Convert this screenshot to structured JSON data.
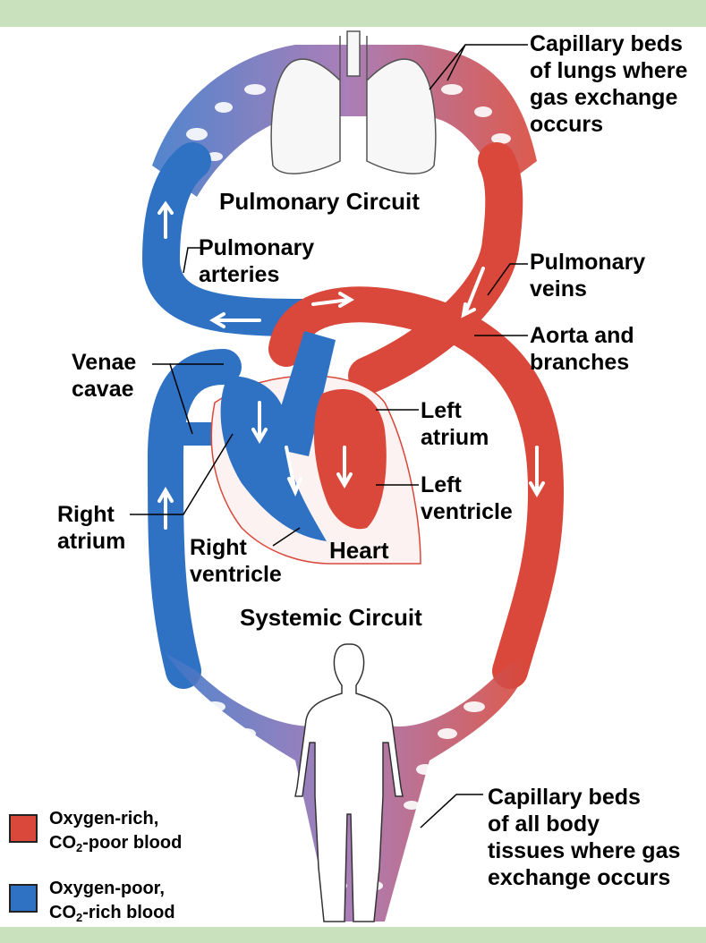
{
  "colors": {
    "oxygen_rich": "#d9483a",
    "oxygen_poor": "#2f72c4",
    "frame": "#c9e2bd"
  },
  "titles": {
    "pulmonary_circuit": "Pulmonary Circuit",
    "systemic_circuit": "Systemic Circuit",
    "heart": "Heart"
  },
  "labels": {
    "capillary_lungs": [
      "Capillary beds",
      "of lungs where",
      "gas exchange",
      "occurs"
    ],
    "pulmonary_arteries": [
      "Pulmonary",
      "arteries"
    ],
    "pulmonary_veins": [
      "Pulmonary",
      "veins"
    ],
    "aorta": [
      "Aorta and",
      "branches"
    ],
    "venae_cavae": [
      "Venae",
      "cavae"
    ],
    "left_atrium": [
      "Left",
      "atrium"
    ],
    "left_ventricle": [
      "Left",
      "ventricle"
    ],
    "right_atrium": [
      "Right",
      "atrium"
    ],
    "right_ventricle": [
      "Right",
      "ventricle"
    ],
    "capillary_body": [
      "Capillary beds",
      "of all body",
      "tissues where gas",
      "exchange occurs"
    ]
  },
  "legend": {
    "oxygen_rich": {
      "line1": "Oxygen-rich,",
      "line2_pre": "CO",
      "line2_sub": "2",
      "line2_post": "-poor blood"
    },
    "oxygen_poor": {
      "line1": "Oxygen-poor,",
      "line2_pre": "CO",
      "line2_sub": "2",
      "line2_post": "-rich blood"
    }
  }
}
